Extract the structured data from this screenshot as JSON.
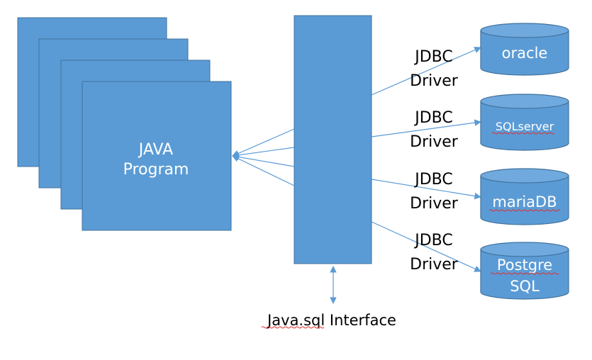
{
  "program": {
    "line1": "JAVA",
    "line2": "Program"
  },
  "driver_label": {
    "line1": "JDBC",
    "line2": "Driver"
  },
  "databases": [
    {
      "line1": "oracle",
      "line2": ""
    },
    {
      "line1": "SQLserver",
      "line2": ""
    },
    {
      "line1": "mariaDB",
      "line2": ""
    },
    {
      "line1": "Postgre",
      "line2": "SQL"
    }
  ],
  "interface_label": "Java.sql Interface",
  "colors": {
    "box_fill": "#5B9BD5",
    "box_stroke": "#41719C",
    "line": "#5B9BD5",
    "text_on_fill": "#ffffff",
    "text": "#000000",
    "squiggle": "#E03030"
  }
}
